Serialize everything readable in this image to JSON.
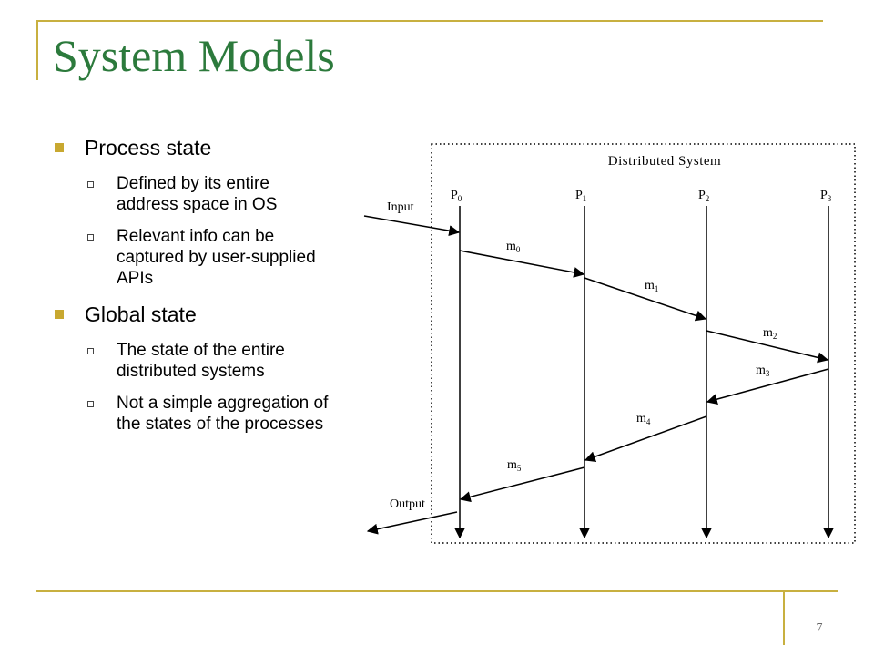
{
  "slide": {
    "title": "System Models",
    "page_number": "7",
    "bullets": [
      {
        "text": "Process state",
        "subitems": [
          {
            "line1": "Defined by its entire",
            "line2": "address space in OS"
          },
          {
            "line1": "Relevant info can be",
            "line2": "captured by user-supplied",
            "line3": "APIs"
          }
        ]
      },
      {
        "text": "Global state",
        "subitems": [
          {
            "line1": "The state of the entire",
            "line2": "distributed systems"
          },
          {
            "line1": "Not a simple aggregation of",
            "line2": "the states of the processes"
          }
        ]
      }
    ]
  },
  "diagram": {
    "title": "Distributed System",
    "input_label": "Input",
    "output_label": "Output",
    "processes": [
      {
        "base": "P",
        "sub": "0"
      },
      {
        "base": "P",
        "sub": "1"
      },
      {
        "base": "P",
        "sub": "2"
      },
      {
        "base": "P",
        "sub": "3"
      }
    ],
    "messages": [
      {
        "base": "m",
        "sub": "0"
      },
      {
        "base": "m",
        "sub": "1"
      },
      {
        "base": "m",
        "sub": "2"
      },
      {
        "base": "m",
        "sub": "3"
      },
      {
        "base": "m",
        "sub": "4"
      },
      {
        "base": "m",
        "sub": "5"
      }
    ]
  }
}
